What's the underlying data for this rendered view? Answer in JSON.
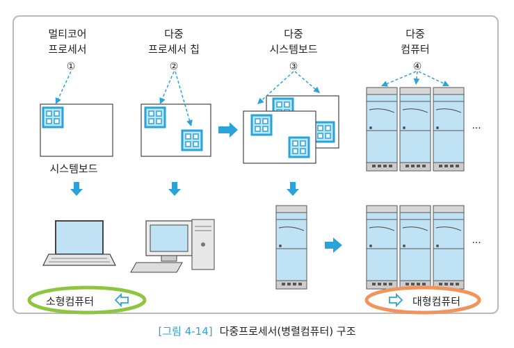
{
  "labels": {
    "multicore": [
      "멀티코어",
      "프로세서"
    ],
    "multiprocessor_chip": [
      "다중",
      "프로세서 칩"
    ],
    "multi_systemboard": [
      "다중",
      "시스템보드"
    ],
    "multi_computer": [
      "다중",
      "컴퓨터"
    ],
    "systemboard": "시스템보드"
  },
  "numbers": [
    "①",
    "②",
    "③",
    "④"
  ],
  "ellipsis": "...",
  "small_computer": "소형컴퓨터",
  "large_computer": "대형컴퓨터",
  "caption": {
    "number": "[그림 4-14]",
    "text": "다중프로세서(병렬컴퓨터) 구조"
  },
  "colors": {
    "accent": "#2aa3d8",
    "chip_fill": "#bde6f6",
    "green_oval": "#8cc63f",
    "orange_oval": "#f3935b"
  }
}
